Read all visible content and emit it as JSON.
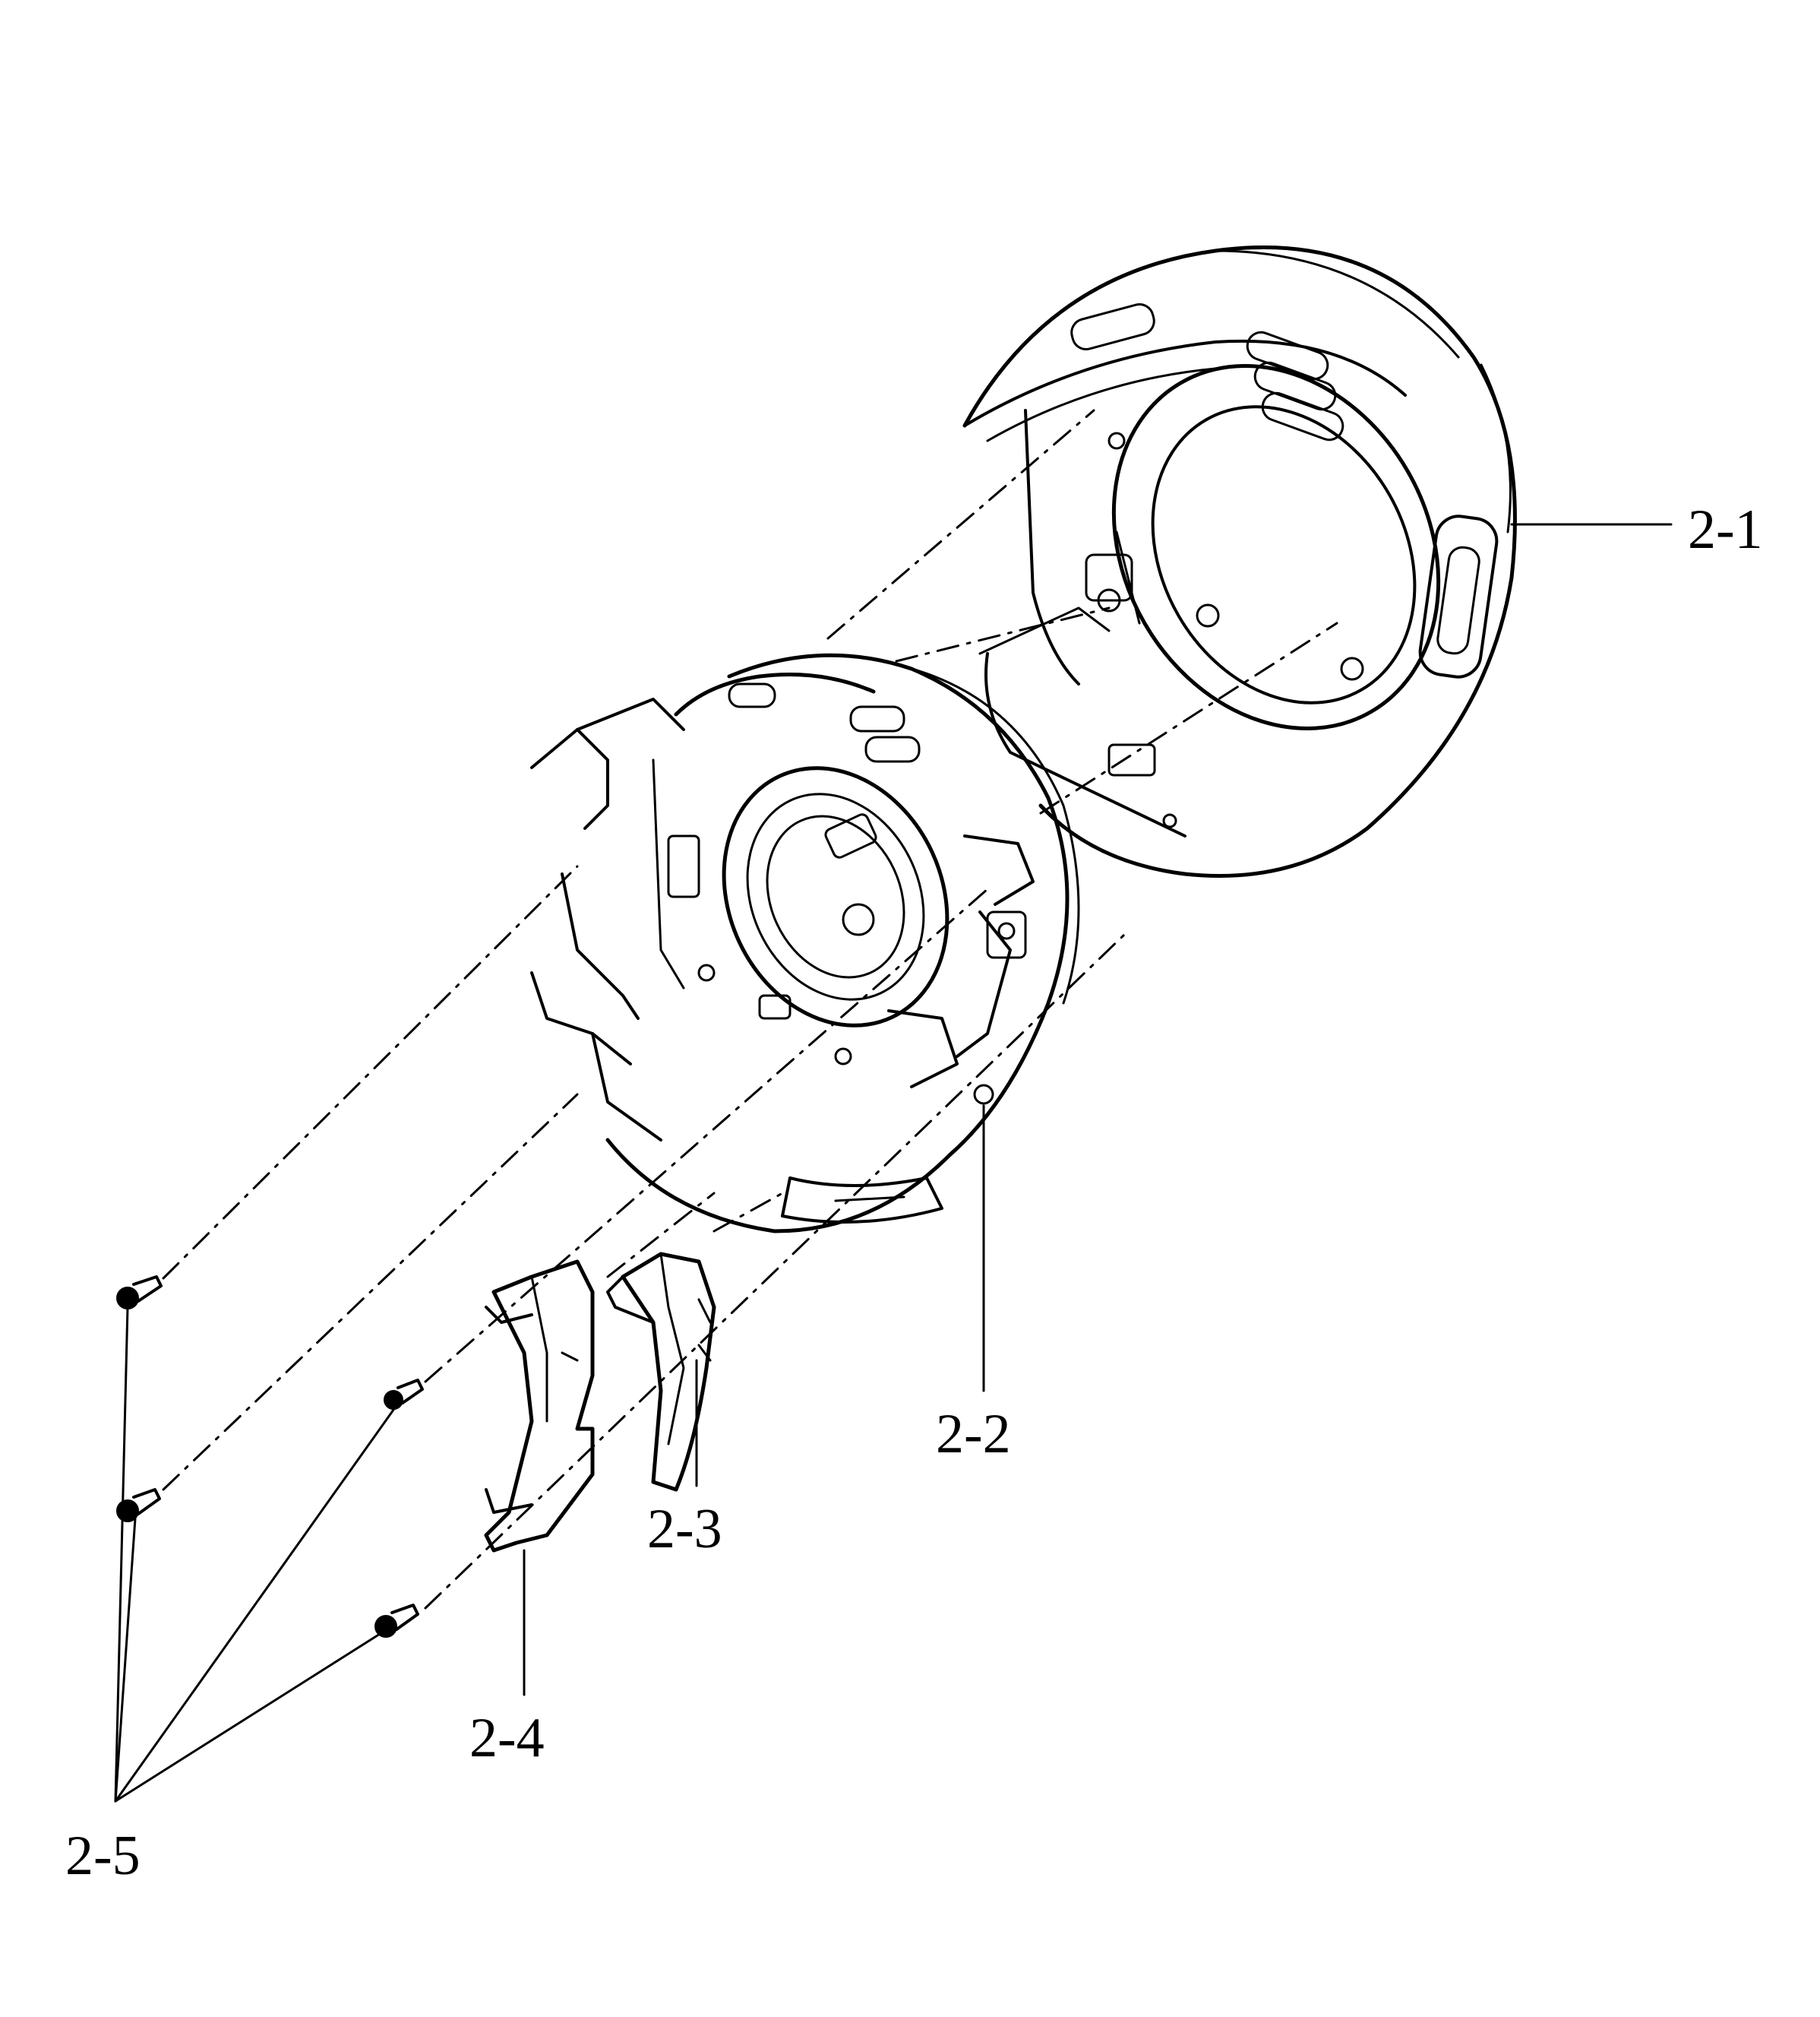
{
  "callouts": [
    {
      "id": "2-1",
      "text": "2-1"
    },
    {
      "id": "2-2",
      "text": "2-2"
    },
    {
      "id": "2-3",
      "text": "2-3"
    },
    {
      "id": "2-4",
      "text": "2-4"
    },
    {
      "id": "2-5",
      "text": "2-5"
    }
  ],
  "colors": {
    "ink": "#000000",
    "paper": "#ffffff"
  }
}
